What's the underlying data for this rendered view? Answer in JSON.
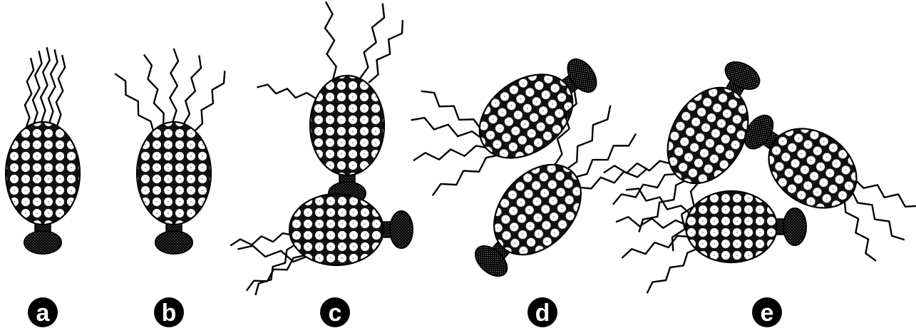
{
  "colors": {
    "ink": "#000000",
    "background": "#ffffff"
  },
  "panels": [
    {
      "label": "a"
    },
    {
      "label": "b"
    },
    {
      "label": "c"
    },
    {
      "label": "d"
    },
    {
      "label": "e"
    }
  ]
}
